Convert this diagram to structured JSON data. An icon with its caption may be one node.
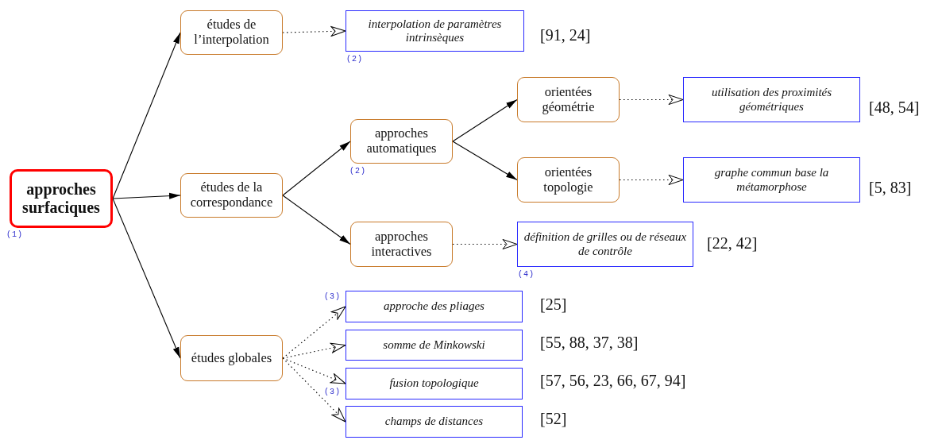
{
  "diagram": {
    "nodes": [
      {
        "text": [
          "approches surfaciques"
        ],
        "beside": [
          "(1)"
        ]
      },
      {
        "text": [
          "études de l’interpolation"
        ]
      },
      {
        "text": [
          "interpolation de paramètres intrinsèques"
        ],
        "beside": [
          "(2)",
          "[91, 24]"
        ]
      },
      {
        "text": [
          "études de la correspondance"
        ]
      },
      {
        "text": [
          "approches automatiques"
        ],
        "beside": [
          "(2)"
        ]
      },
      {
        "text": [
          "orientées géométrie"
        ]
      },
      {
        "text": [
          "utilisation des proximités géométriques"
        ],
        "beside": [
          "[48, 54]"
        ]
      },
      {
        "text": [
          "orientées topologie"
        ]
      },
      {
        "text": [
          "graphe commun base la métamorphose"
        ],
        "beside": [
          "[5, 83]"
        ]
      },
      {
        "text": [
          "approches interactives"
        ]
      },
      {
        "text": [
          "définition de grilles ou de réseaux de contrôle"
        ],
        "beside": [
          "(4)",
          "[22, 42]"
        ]
      },
      {
        "text": [
          "études globales"
        ]
      },
      {
        "text": [
          "approche des pliages"
        ],
        "beside": [
          "(3)",
          "[25]"
        ]
      },
      {
        "text": [
          "somme de Minkowski"
        ],
        "beside": [
          "[55, 88, 37, 38]"
        ]
      },
      {
        "text": [
          "fusion topologique"
        ],
        "beside": [
          "(3)",
          "[57, 56, 23, 66, 67, 94]"
        ]
      },
      {
        "text": [
          "champs de distances"
        ],
        "beside": [
          "[52]"
        ]
      }
    ],
    "edges": [
      {
        "from": 0,
        "to": 1,
        "arrow": "to"
      },
      {
        "from": 0,
        "to": 3,
        "arrow": "to"
      },
      {
        "from": 0,
        "to": 11,
        "arrow": "to"
      },
      {
        "from": 1,
        "to": 2,
        "arrow": "to",
        "style": "dashed"
      },
      {
        "from": 3,
        "to": 4,
        "arrow": "to"
      },
      {
        "from": 3,
        "to": 9,
        "arrow": "to"
      },
      {
        "from": 4,
        "to": 5,
        "arrow": "to"
      },
      {
        "from": 4,
        "to": 7,
        "arrow": "to"
      },
      {
        "from": 5,
        "to": 6,
        "arrow": "to",
        "style": "dashed"
      },
      {
        "from": 7,
        "to": 8,
        "arrow": "to",
        "style": "dashed"
      },
      {
        "from": 9,
        "to": 10,
        "arrow": "to",
        "style": "dashed"
      },
      {
        "from": 11,
        "to": 12,
        "arrow": "to",
        "style": "dashed"
      },
      {
        "from": 11,
        "to": 13,
        "arrow": "to",
        "style": "dashed"
      },
      {
        "from": 11,
        "to": 14,
        "arrow": "to",
        "style": "dashed"
      },
      {
        "from": 11,
        "to": 15,
        "arrow": "to",
        "style": "dashed"
      }
    ]
  }
}
